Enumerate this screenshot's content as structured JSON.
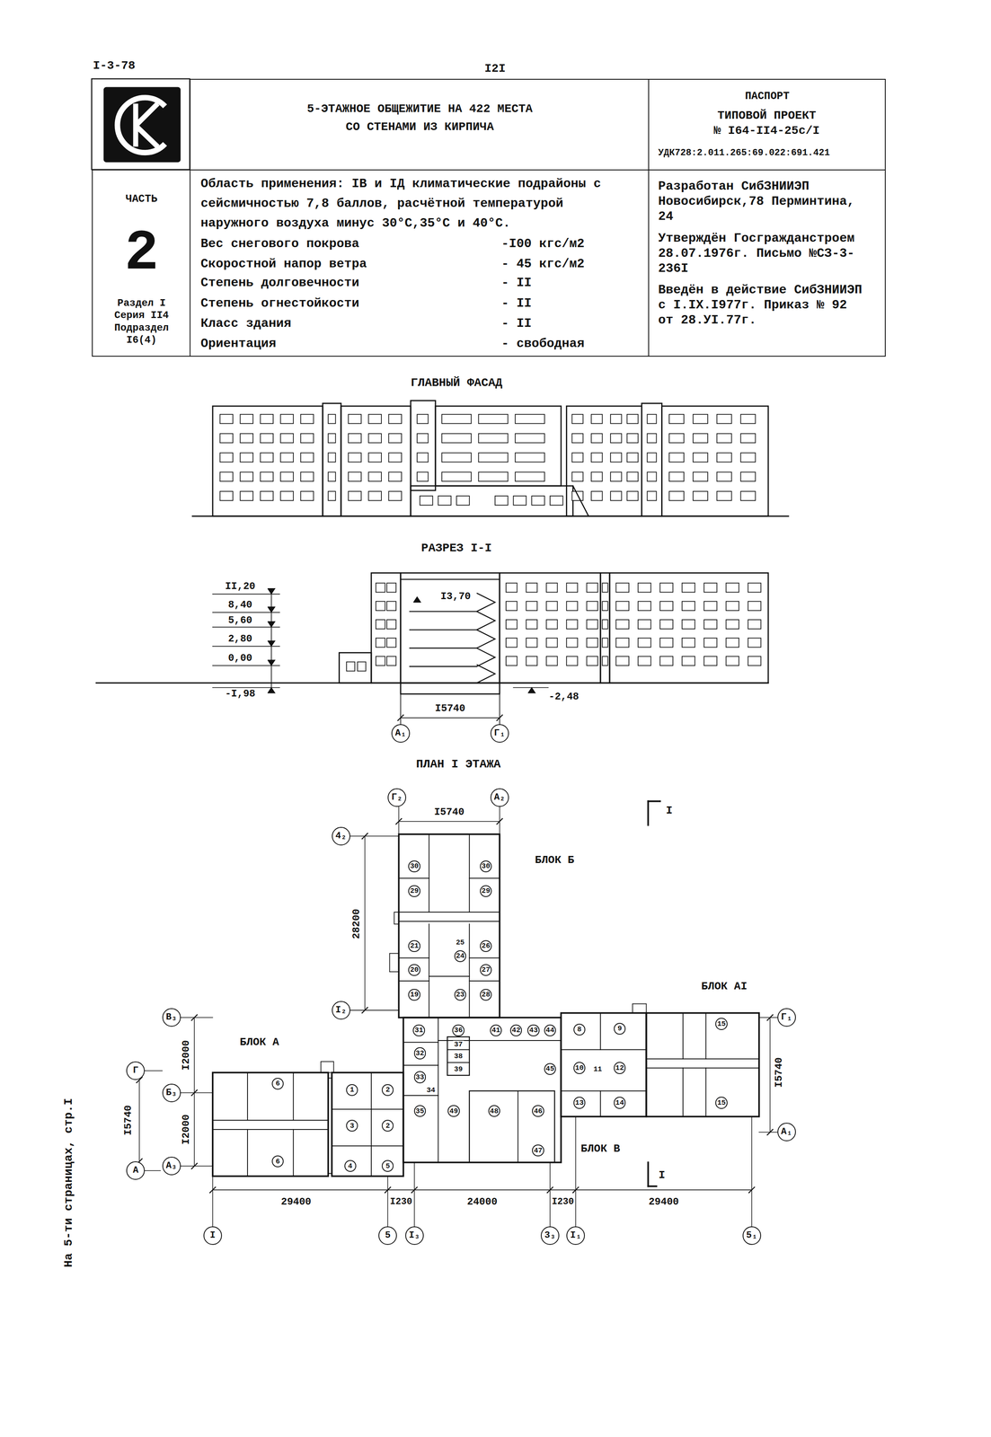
{
  "diagram": {
    "nodes": [
      {
        "text": [
          "5-ЭТАЖНОЕ ОБЩЕЖИТИЕ НА 422 МЕСТА СО СТЕНАМИ ИЗ КИРПИЧА"
        ]
      },
      {
        "text": [
          "ПАСПОРТ",
          "ТИПОВОЙ ПРОЕКТ № I64-II4-25с/I",
          "УДК728:2.011.265:69.022:691.421"
        ]
      },
      {
        "text": [
          "ЧАСТЬ",
          "2",
          "Раздел I Серия II4 Подраздел I6(4)"
        ]
      },
      {
        "text": [
          "Область применения: IВ и IД климатические подрайоны с сейсмичностью 7,8 баллов, расчётной температурой наружного воздуха минус 30°С,35°С и 40°С.",
          "Вес снегового покрова",
          "-I00 кгс/м2",
          "Скоростной напор ветра",
          "- 45 кгс/м2",
          "Степень долговечности",
          "- II",
          "Степень огнестойкости",
          "- II",
          "Класс здания",
          "- II",
          "Ориентация",
          "- свободная"
        ]
      },
      {
        "text": [
          "Разработан СибЗНИИЭП Новосибирск,78 Перминтина, 24",
          "Утверждён Госгражданстроем 28.07.1976г. Письмо №СЗ-3-236I",
          "Введён в действие СибЗНИИЭП с I.IX.I977г. Приказ № 92 от 28.УI.77г."
        ]
      },
      {
        "text": [
          "А₁"
        ]
      },
      {
        "text": [
          "Г₁"
        ]
      },
      {
        "text": [
          "Г₂"
        ]
      },
      {
        "text": [
          "А₂"
        ]
      },
      {
        "text": [
          "4₂"
        ]
      },
      {
        "text": [
          "I₂"
        ]
      },
      {
        "text": [
          "В₃"
        ]
      },
      {
        "text": [
          "Г"
        ]
      },
      {
        "text": [
          "Б₃"
        ]
      },
      {
        "text": [
          "А"
        ]
      },
      {
        "text": [
          "А₃"
        ]
      },
      {
        "text": [
          "Г₁"
        ]
      },
      {
        "text": [
          "А₁"
        ]
      },
      {
        "text": [
          "I"
        ]
      },
      {
        "text": [
          "5"
        ]
      },
      {
        "text": [
          "I₃"
        ]
      },
      {
        "text": [
          "3₃"
        ]
      },
      {
        "text": [
          "I₁"
        ]
      },
      {
        "text": [
          "5₁"
        ]
      },
      {
        "text": [
          "30"
        ]
      },
      {
        "text": [
          "30"
        ]
      },
      {
        "text": [
          "29"
        ]
      },
      {
        "text": [
          "29"
        ]
      },
      {
        "text": [
          "21"
        ]
      },
      {
        "text": [
          "26"
        ]
      },
      {
        "text": [
          "20"
        ]
      },
      {
        "text": [
          "24"
        ]
      },
      {
        "text": [
          "27"
        ]
      },
      {
        "text": [
          "19"
        ]
      },
      {
        "text": [
          "23"
        ]
      },
      {
        "text": [
          "28"
        ]
      },
      {
        "text": [
          "31"
        ]
      },
      {
        "text": [
          "36"
        ]
      },
      {
        "text": [
          "41"
        ]
      },
      {
        "text": [
          "42"
        ]
      },
      {
        "text": [
          "43"
        ]
      },
      {
        "text": [
          "44"
        ]
      },
      {
        "text": [
          "32"
        ]
      },
      {
        "text": [
          "33"
        ]
      },
      {
        "text": [
          "45"
        ]
      },
      {
        "text": [
          "35"
        ]
      },
      {
        "text": [
          "49"
        ]
      },
      {
        "text": [
          "48"
        ]
      },
      {
        "text": [
          "46"
        ]
      },
      {
        "text": [
          "47"
        ]
      },
      {
        "text": [
          "8"
        ]
      },
      {
        "text": [
          "9"
        ]
      },
      {
        "text": [
          "10"
        ]
      },
      {
        "text": [
          "12"
        ]
      },
      {
        "text": [
          "13"
        ]
      },
      {
        "text": [
          "14"
        ]
      },
      {
        "text": [
          "15"
        ]
      },
      {
        "text": [
          "15"
        ]
      },
      {
        "text": [
          "6"
        ]
      },
      {
        "text": [
          "6"
        ]
      },
      {
        "text": [
          "1"
        ]
      },
      {
        "text": [
          "2"
        ]
      },
      {
        "text": [
          "3"
        ]
      },
      {
        "text": [
          "2"
        ]
      },
      {
        "text": [
          "4"
        ]
      },
      {
        "text": [
          "5"
        ]
      }
    ],
    "labels": [
      "I-3-78",
      "I2I",
      "ГЛАВНЫЙ ФАСАД",
      "РАЗРЕЗ I-I",
      "II,20",
      "8,40",
      "5,60",
      "2,80",
      "0,00",
      "-I,98",
      "I3,70",
      "-2,48",
      "I5740",
      "ПЛАН I ЭТАЖА",
      "I5740",
      "I",
      "БЛОК Б",
      "28200",
      "25",
      "БЛОК АI",
      "БЛОК А",
      "I2000",
      "I5740",
      "I2000",
      "I5740",
      "37",
      "38",
      "39",
      "34",
      "11",
      "БЛОК В",
      "I",
      "29400",
      "I230",
      "24000",
      "I230",
      "29400",
      "На 5-ти страницах, стр.I"
    ]
  }
}
